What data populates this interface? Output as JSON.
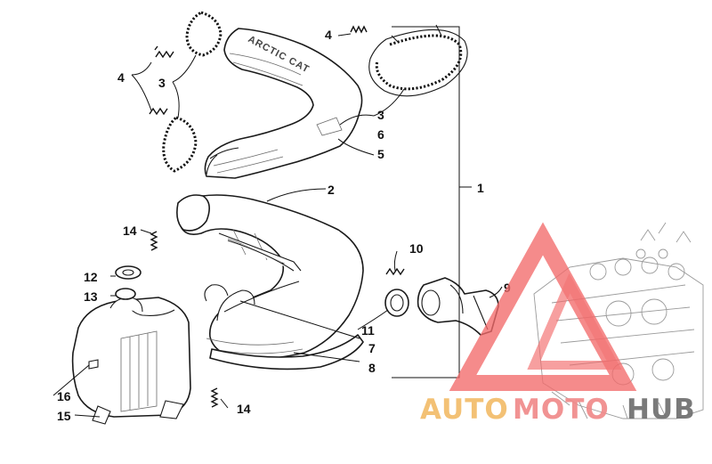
{
  "diagram": {
    "callouts": {
      "c1": "1",
      "c2": "2",
      "c3a": "3",
      "c3b": "3",
      "c4a": "4",
      "c4b": "4",
      "c5": "5",
      "c6": "6",
      "c7": "7",
      "c8": "8",
      "c9": "9",
      "c10": "10",
      "c11": "11",
      "c12": "12",
      "c13": "13",
      "c14a": "14",
      "c14b": "14",
      "c15": "15",
      "c16": "16"
    },
    "brand_logo": "ARCTIC CAT"
  },
  "watermark": {
    "part1": "AUTO",
    "part2": "MOTO",
    "part3": "HUB",
    "colors": {
      "auto": "#f3bc6a",
      "moto": "#f08a8a",
      "hub": "#6f6f6f",
      "logo": "#f26b6b"
    }
  }
}
